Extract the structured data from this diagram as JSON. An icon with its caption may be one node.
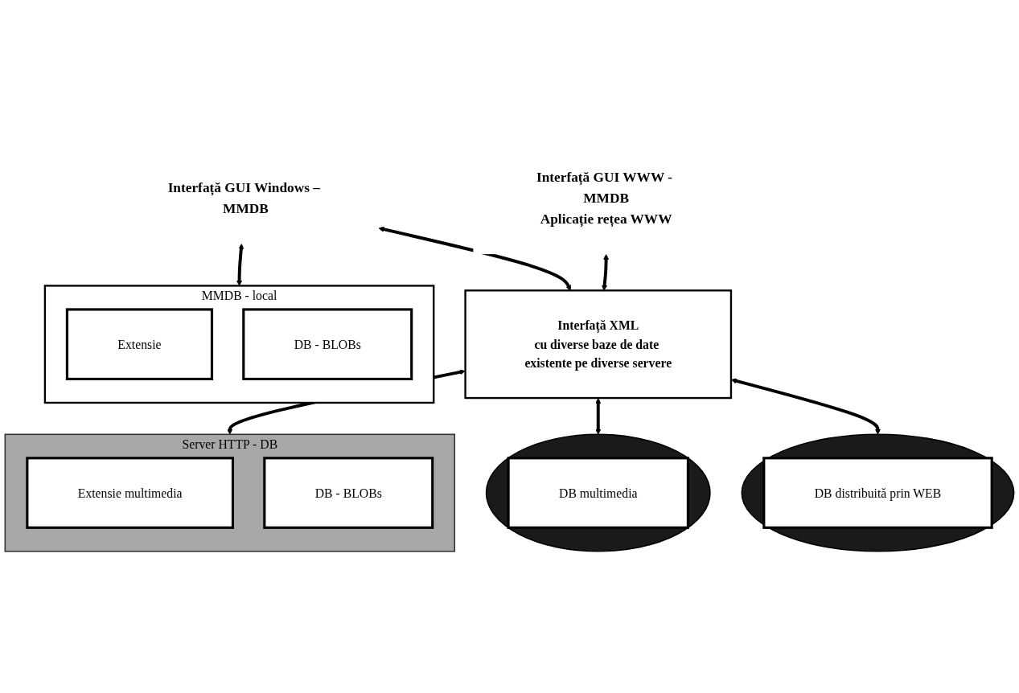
{
  "diagram": {
    "nodes": [
      {
        "text": [
          "Interfață GUI Windows – MMDB"
        ]
      },
      {
        "text": [
          "Interfață GUI WWW - MMDB",
          "Aplicație rețea WWW"
        ]
      },
      {
        "text": [
          "MMDB - local"
        ]
      },
      {
        "text": [
          "Extensie"
        ],
        "in": 2
      },
      {
        "text": [
          "DB - BLOBs"
        ],
        "in": 2
      },
      {
        "text": [
          "Interfață XML",
          "cu diverse baze de date existente pe diverse servere"
        ]
      },
      {
        "text": [
          "Server HTTP - DB"
        ]
      },
      {
        "text": [
          "Extensie multimedia"
        ],
        "in": 6
      },
      {
        "text": [
          "DB - BLOBs"
        ],
        "in": 6
      },
      {
        "text": [],
        "shape": "circle"
      },
      {
        "text": [
          "DB multimedia"
        ],
        "in": 9
      },
      {
        "text": [],
        "shape": "circle"
      },
      {
        "text": [
          "DB distribuită prin WEB"
        ],
        "in": 11
      }
    ],
    "edges": [
      {
        "from": 0,
        "to": 2,
        "arrow": "both"
      },
      {
        "from": 0,
        "to": 5,
        "arrow": "both"
      },
      {
        "from": 1,
        "to": 5,
        "arrow": "both"
      },
      {
        "from": 5,
        "to": 6,
        "arrow": "both"
      },
      {
        "from": 5,
        "to": 9,
        "arrow": "both"
      },
      {
        "from": 5,
        "to": 11,
        "arrow": "both"
      }
    ]
  }
}
